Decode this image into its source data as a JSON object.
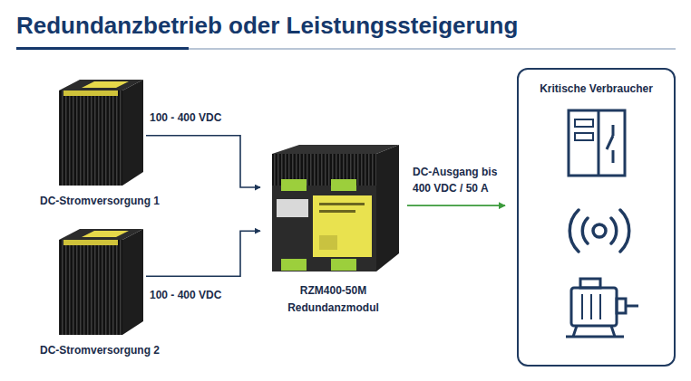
{
  "diagram": {
    "title": "Redundanzbetrieb oder Leistungssteigerung",
    "nodes": [
      {
        "text": [
          "DC-Stromversorgung 1"
        ]
      },
      {
        "text": [
          "DC-Stromversorgung 2"
        ]
      },
      {
        "text": [
          "RZM400-50M Redundanzmodul"
        ]
      },
      {
        "text": [
          "Kritische Verbraucher"
        ]
      }
    ],
    "edges": [
      {
        "from": 0,
        "to": 2,
        "arrow": "to",
        "label": "100 - 400 VDC"
      },
      {
        "from": 1,
        "to": 2,
        "arrow": "to",
        "label": "100 - 400 VDC"
      },
      {
        "from": 2,
        "to": 3,
        "arrow": "to",
        "label": "DC-Ausgang bis 400 VDC / 50 A"
      }
    ]
  }
}
